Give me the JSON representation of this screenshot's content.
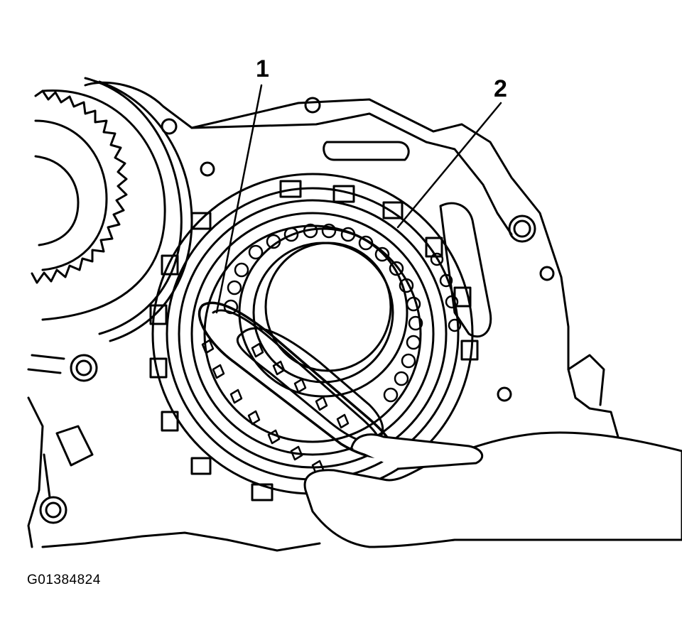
{
  "figure": {
    "callouts": [
      {
        "label": "1"
      },
      {
        "label": "2"
      }
    ],
    "figure_id": "G01384824"
  },
  "colors": {
    "ink": "#000000",
    "paper": "#ffffff"
  }
}
